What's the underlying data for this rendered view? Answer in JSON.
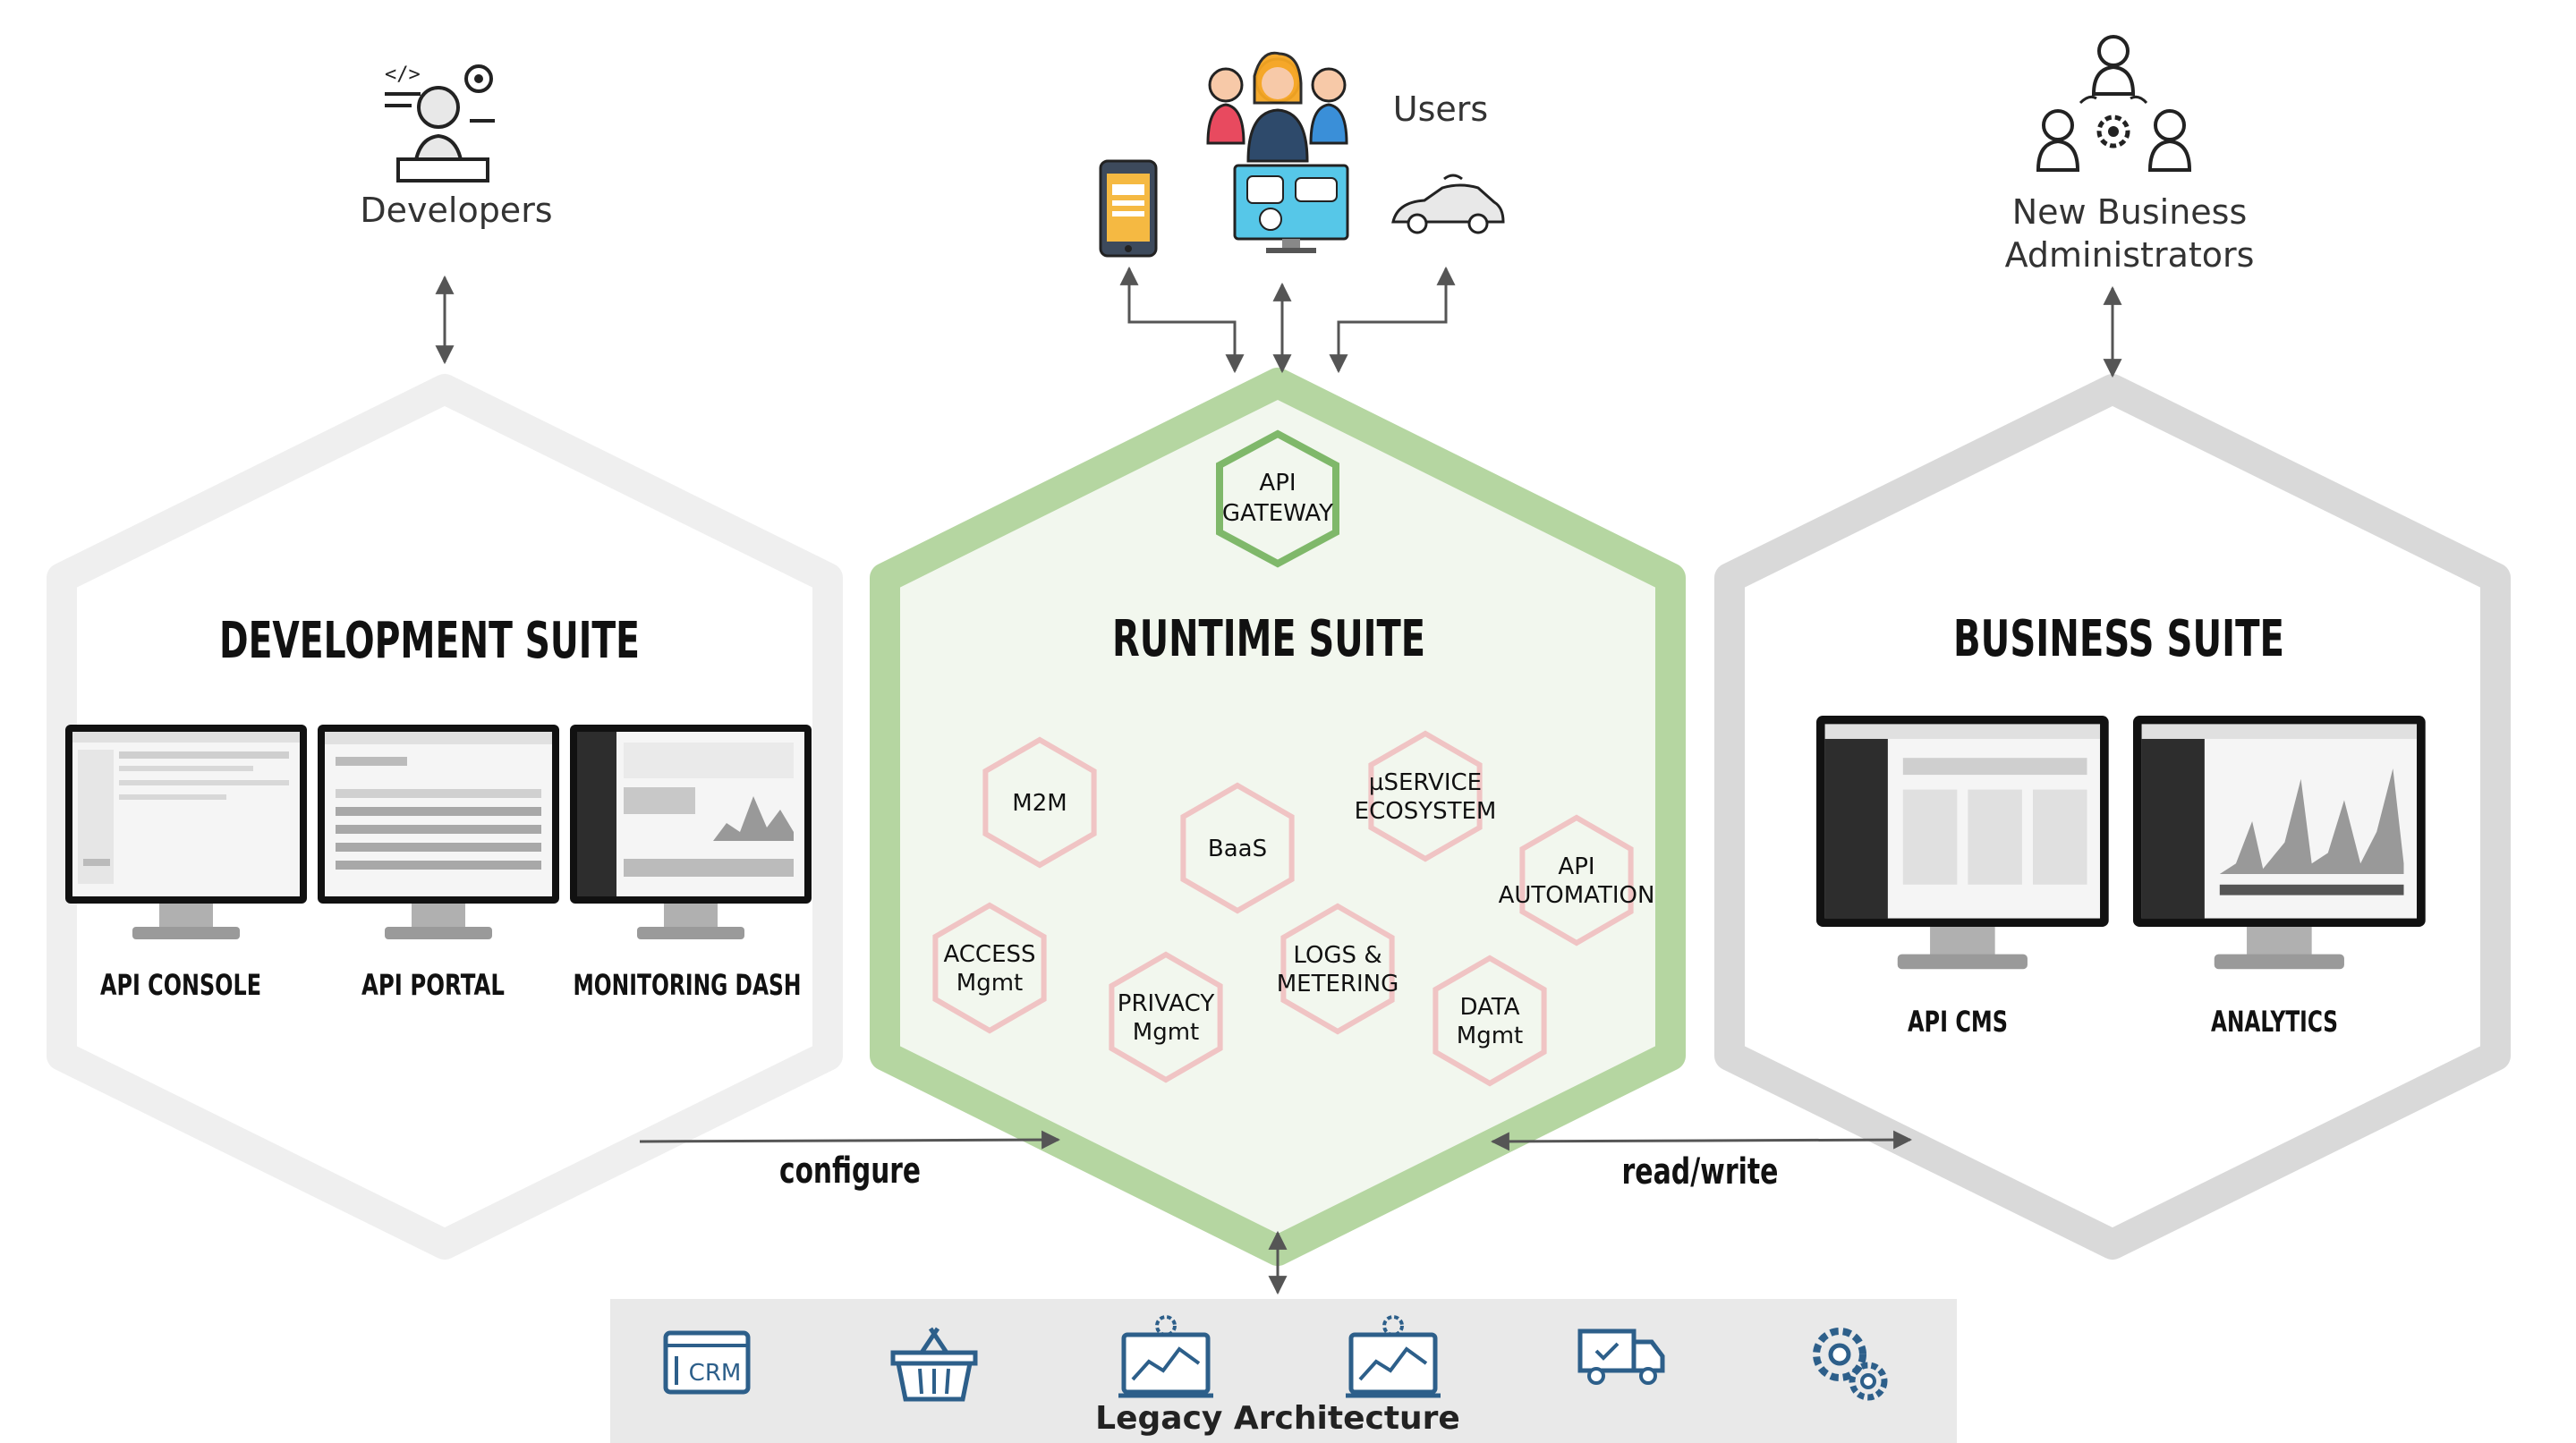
{
  "actors": {
    "developers": "Developers",
    "users": "Users",
    "admins_line1": "New Business",
    "admins_line2": "Administrators"
  },
  "suites": {
    "development": {
      "title": "DEVELOPMENT SUITE",
      "tools": [
        "API CONSOLE",
        "API PORTAL",
        "MONITORING DASH"
      ]
    },
    "runtime": {
      "title": "RUNTIME SUITE",
      "gateway": [
        "API",
        "GATEWAY"
      ],
      "modules": [
        {
          "lines": [
            "M2M"
          ]
        },
        {
          "lines": [
            "BaaS"
          ]
        },
        {
          "lines": [
            "µSERVICE",
            "ECOSYSTEM"
          ]
        },
        {
          "lines": [
            "API",
            "AUTOMATION"
          ]
        },
        {
          "lines": [
            "ACCESS",
            "Mgmt"
          ]
        },
        {
          "lines": [
            "LOGS &",
            "METERING"
          ]
        },
        {
          "lines": [
            "PRIVACY",
            "Mgmt"
          ]
        },
        {
          "lines": [
            "DATA",
            "Mgmt"
          ]
        }
      ]
    },
    "business": {
      "title": "BUSINESS SUITE",
      "tools": [
        "API CMS",
        "ANALYTICS"
      ]
    }
  },
  "flows": {
    "configure": "configure",
    "readwrite": "read/write"
  },
  "legacy": {
    "title": "Legacy Architecture",
    "crm_label": "CRM",
    "icons": [
      "crm-icon",
      "shopping-basket-icon",
      "analytics-dashboard-icon",
      "analytics-dashboard-icon",
      "delivery-truck-icon",
      "gears-icon"
    ]
  },
  "colors": {
    "dev_hex": "#efefef",
    "runtime_hex": "#b5d6a1",
    "runtime_fill": "#f2f7ee",
    "business_hex": "#d9d9d9",
    "module_hex": "#f0c4c4",
    "legacy_bg": "#e9e9e9",
    "icon_blue": "#2d5f8a"
  }
}
